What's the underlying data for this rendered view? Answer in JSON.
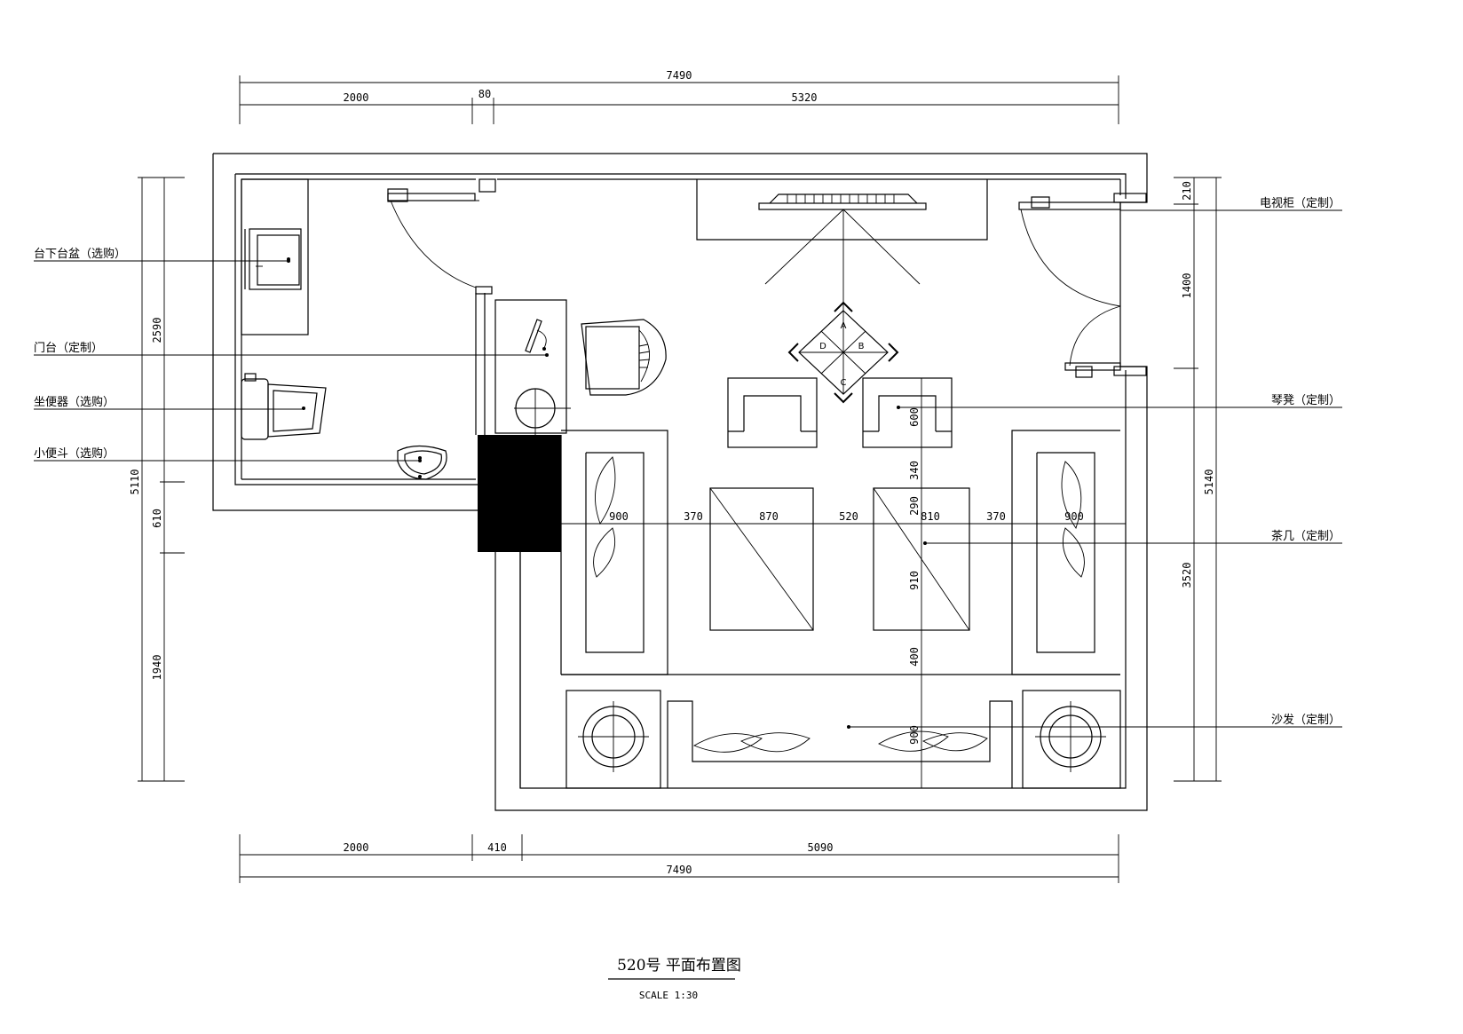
{
  "dimensions": {
    "top_total": "7490",
    "top_left": "2000",
    "top_door": "80",
    "top_right": "5320",
    "bottom_left": "2000",
    "bottom_mid": "410",
    "bottom_right": "5090",
    "bottom_total": "7490",
    "left_total": "5110",
    "left_top": "2590",
    "left_mid": "610",
    "left_bottom": "1940",
    "right_total": "5140",
    "right_top": "210",
    "right_mid": "1400",
    "right_bottom": "3520",
    "row_a": "900",
    "row_b": "370",
    "row_c": "870",
    "row_d": "520",
    "row_e": "810",
    "row_f": "370",
    "row_g": "900",
    "col_a": "600",
    "col_b": "340",
    "col_c": "290",
    "col_d": "910",
    "col_e": "400",
    "col_f": "900"
  },
  "labels": {
    "basin": "台下台盆（选购）",
    "vanity": "门台（定制）",
    "toilet": "坐便器（选购）",
    "urinal": "小便斗（选购）",
    "tv_cabinet": "电视柜（定制）",
    "stool": "琴凳（定制）",
    "coffee_table": "茶几（定制）",
    "sofa": "沙发（定制）"
  },
  "markers": {
    "a": "A",
    "b": "B",
    "c": "C",
    "d": "D"
  },
  "title": "520号  平面布置图",
  "scale": "SCALE 1:30"
}
